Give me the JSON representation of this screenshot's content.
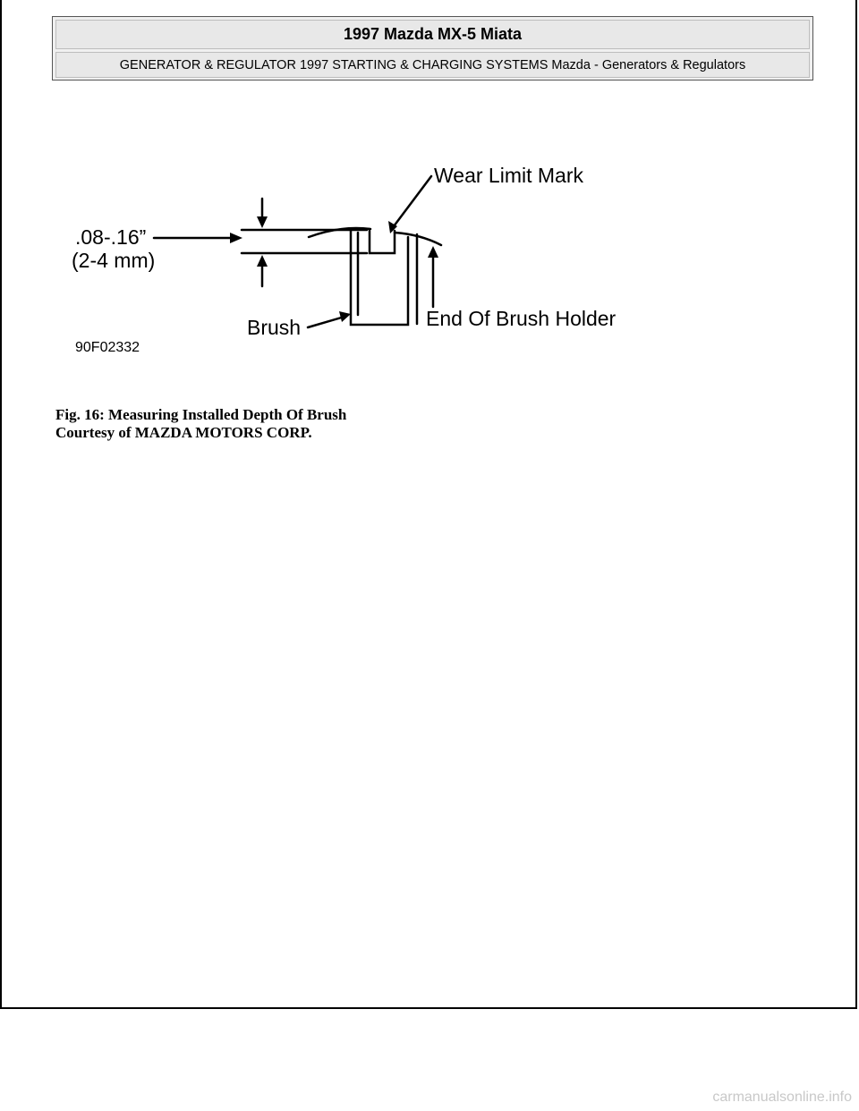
{
  "header": {
    "title": "1997 Mazda MX-5 Miata",
    "subtitle": "GENERATOR & REGULATOR 1997 STARTING & CHARGING SYSTEMS Mazda - Generators & Regulators"
  },
  "figure": {
    "labels": {
      "wear_limit": "Wear Limit Mark",
      "depth_in": ".08-.16”",
      "depth_mm": "(2-4 mm)",
      "brush": "Brush",
      "end_holder": "End Of Brush Holder",
      "fig_code": "90F02332"
    }
  },
  "caption": {
    "line1": "Fig. 16: Measuring Installed Depth Of Brush",
    "line2": "Courtesy of MAZDA MOTORS CORP."
  },
  "footer": {
    "watermark": "carmanualsonline.info"
  }
}
